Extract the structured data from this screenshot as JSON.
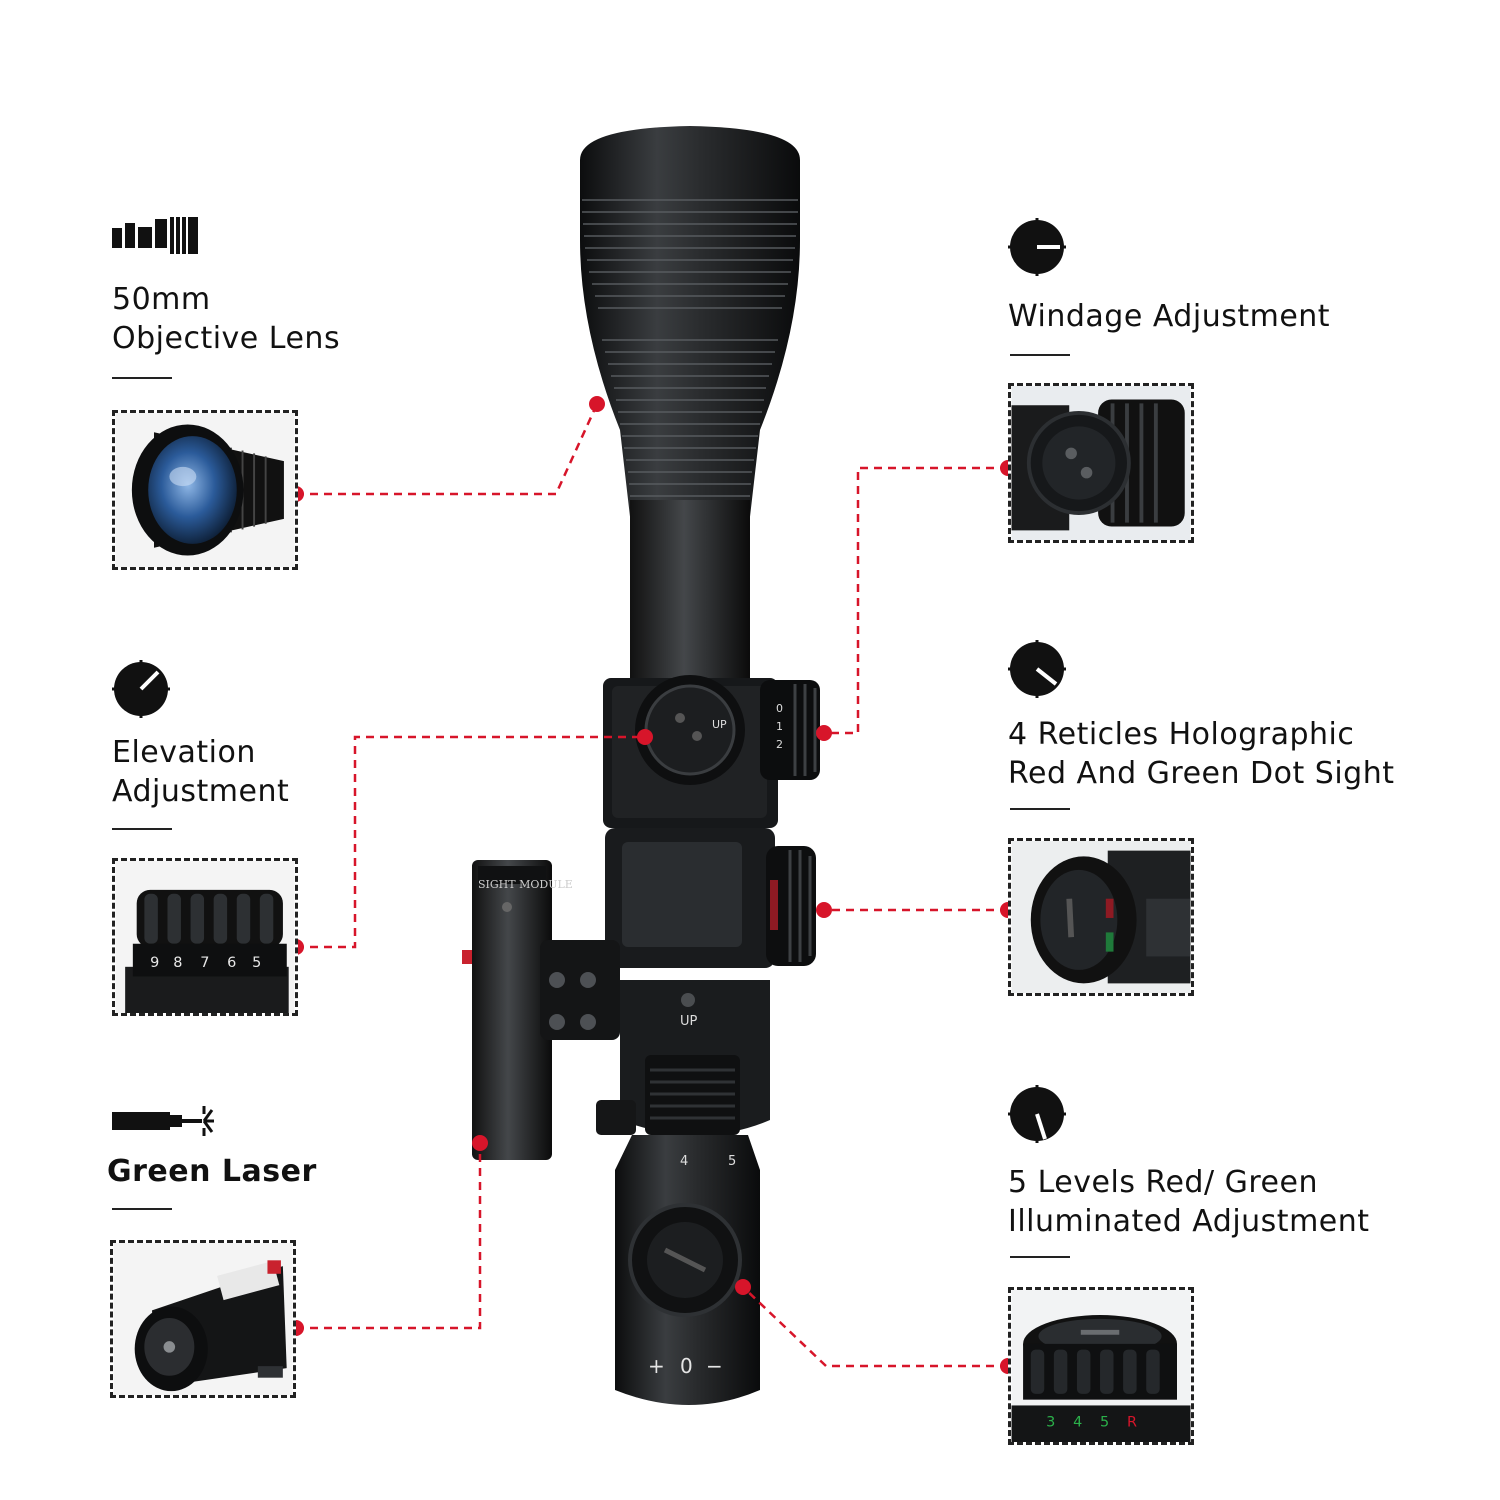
{
  "colors": {
    "leader": "#d7152a",
    "scope": "#1c1e20",
    "text": "#111111"
  },
  "features": {
    "objective_lens": {
      "title_lines": [
        "50mm",
        "Objective Lens"
      ],
      "icon": "objective-lens-icon"
    },
    "elevation": {
      "title_lines": [
        "Elevation",
        "Adjustment"
      ],
      "icon": "turret-dial-icon"
    },
    "green_laser": {
      "title_lines": [
        "Green Laser"
      ],
      "icon": "laser-icon"
    },
    "windage": {
      "title_lines": [
        "Windage Adjustment"
      ],
      "icon": "turret-dial-icon"
    },
    "reticles": {
      "title_lines": [
        "4 Reticles Holographic",
        "Red And Green Dot Sight"
      ],
      "icon": "turret-dial-icon"
    },
    "illumination": {
      "title_lines": [
        "5 Levels Red/ Green",
        "Illuminated Adjustment"
      ],
      "icon": "turret-dial-icon"
    }
  },
  "scope_markings": {
    "elevation_dial": [
      "9",
      "8",
      "7",
      "6",
      "5"
    ],
    "windage_dial": [
      "0",
      "1",
      "2"
    ],
    "laser_body": "SIGHT MODULE",
    "mount_label": "UP",
    "ring_numbers": [
      "4",
      "5"
    ],
    "focus_marks": [
      "+",
      "0",
      "−"
    ],
    "illum_dial": [
      "3",
      "4",
      "5",
      "R"
    ]
  }
}
